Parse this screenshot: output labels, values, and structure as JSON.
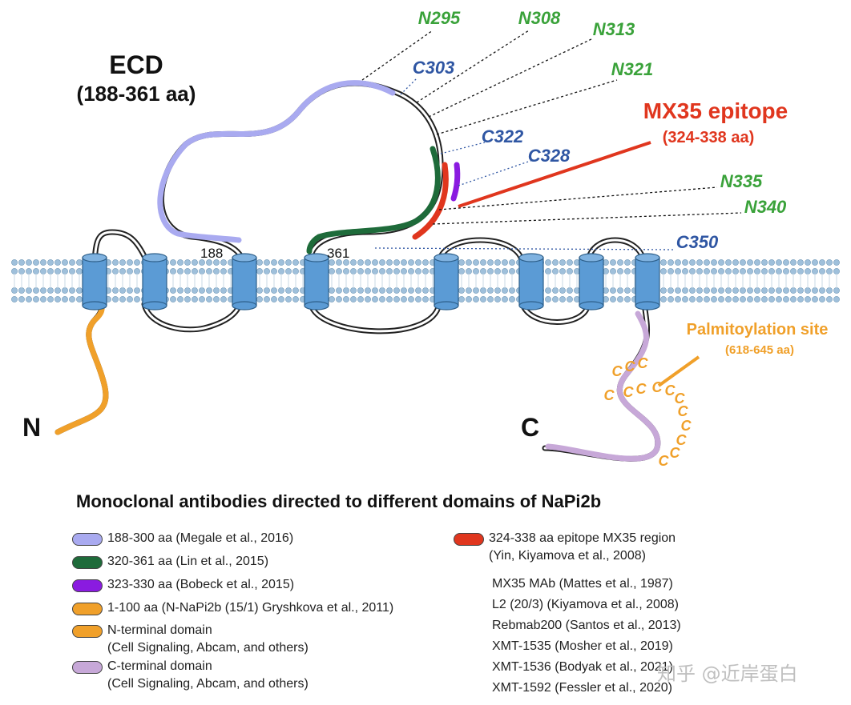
{
  "colors": {
    "megale": "#a9aaf0",
    "lin": "#1e6b3a",
    "bobeck": "#8a1be0",
    "nterm": "#f0a02a",
    "cterm": "#c7a8d8",
    "mx35": "#e0361e",
    "n_site": "#3aa23a",
    "c_site": "#2f56a3",
    "membrane": "#5b9bd5",
    "palm": "#f0a02a"
  },
  "diagram": {
    "ecd_title": "ECD",
    "ecd_range": "(188-361 aa)",
    "n_sites": [
      "N295",
      "N308",
      "N313",
      "N321",
      "N335",
      "N340"
    ],
    "c_sites": [
      "C303",
      "C322",
      "C328",
      "C350"
    ],
    "mx35_title": "MX35 epitope",
    "mx35_range": "(324-338 aa)",
    "pos_188": "188",
    "pos_361": "361",
    "n_terminus": "N",
    "c_terminus": "C",
    "palm_title": "Palmitoylation site",
    "palm_range": "(618-645 aa)",
    "cys_glyph": "C"
  },
  "legend": {
    "title": "Monoclonal antibodies directed to different domains of NaPi2b",
    "left_items": [
      {
        "text": "188-300 aa (Megale et al., 2016)",
        "color": "#a9aaf0"
      },
      {
        "text": "320-361 aa (Lin et al., 2015)",
        "color": "#1e6b3a"
      },
      {
        "text": "323-330 aa (Bobeck et al., 2015)",
        "color": "#8a1be0"
      },
      {
        "text": "1-100 aa (N-NaPi2b (15/1) Gryshkova et al., 2011)",
        "color": "#f0a02a"
      },
      {
        "text": "N-terminal domain",
        "sub": "(Cell Signaling, Abcam, and others)",
        "color": "#f0a02a"
      },
      {
        "text": "C-terminal domain",
        "sub": "(Cell Signaling, Abcam, and others)",
        "color": "#c7a8d8"
      }
    ],
    "right_item": {
      "text": "324-338 aa epitope MX35 region",
      "sub": "(Yin, Kiyamova et al., 2008)",
      "color": "#e0361e"
    },
    "right_lines": [
      "MX35 MAb (Mattes et al., 1987)",
      "L2 (20/3) (Kiyamova et al., 2008)",
      "Rebmab200 (Santos et al., 2013)",
      "XMT-1535 (Mosher et al., 2019)",
      "XMT-1536 (Bodyak et al., 2021)",
      "XMT-1592 (Fessler et al., 2020)"
    ]
  },
  "watermark": "知乎 @近岸蛋白"
}
